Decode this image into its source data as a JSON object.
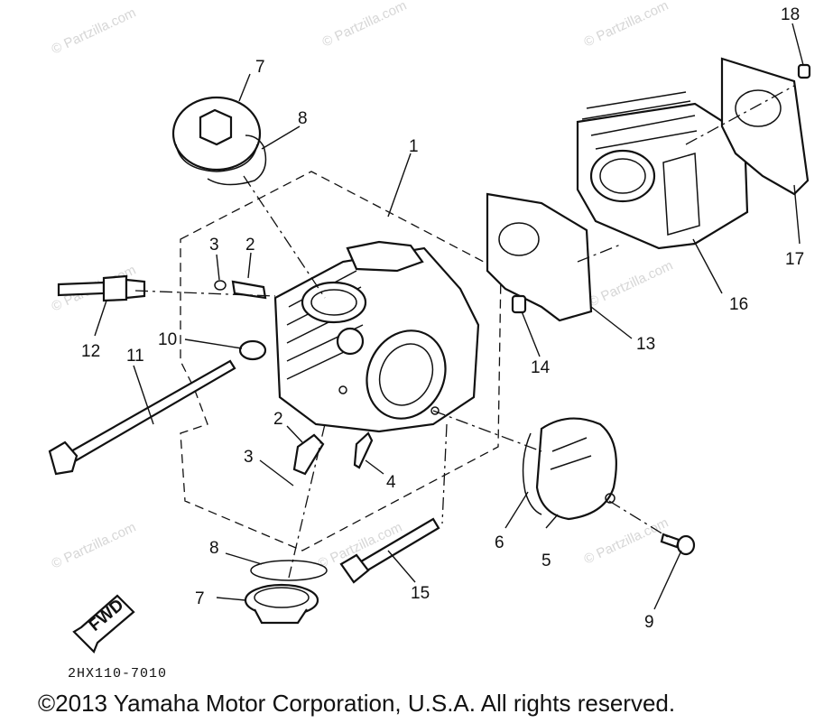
{
  "watermark": "© Partzilla.com",
  "diagram_code": "2HX110-7010",
  "copyright": "©2013 Yamaha Motor Corporation, U.S.A. All rights reserved.",
  "fwd_label": "FWD",
  "callouts": {
    "c1": "1",
    "c2a": "2",
    "c2b": "2",
    "c3a": "3",
    "c3b": "3",
    "c4": "4",
    "c5": "5",
    "c6": "6",
    "c7a": "7",
    "c7b": "7",
    "c8a": "8",
    "c8b": "8",
    "c9": "9",
    "c10": "10",
    "c11": "11",
    "c12": "12",
    "c13": "13",
    "c14": "14",
    "c15": "15",
    "c16": "16",
    "c17": "17",
    "c18": "18"
  }
}
